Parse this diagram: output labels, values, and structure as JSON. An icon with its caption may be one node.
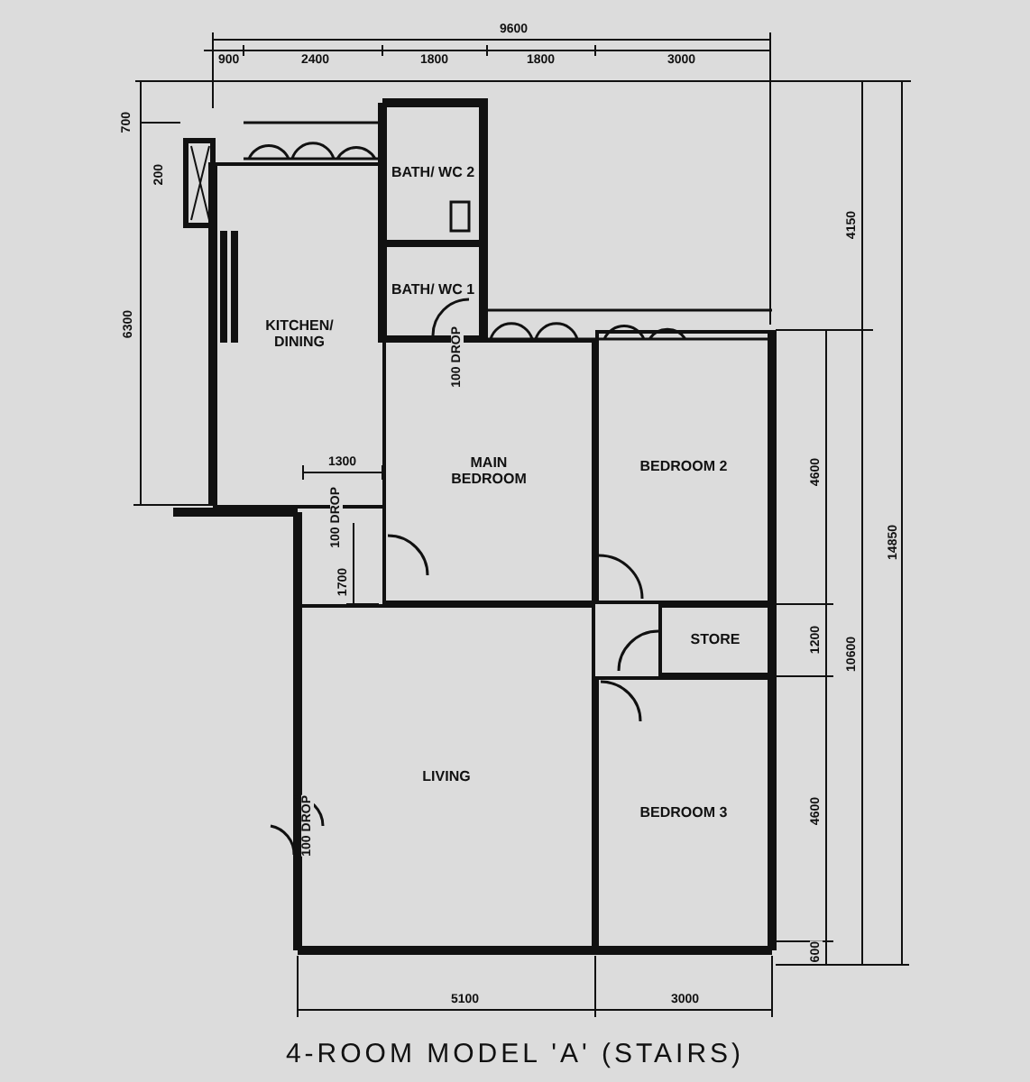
{
  "diagram": {
    "title": "4-ROOM MODEL 'A' (STAIRS)",
    "nodes": [
      {
        "text": [
          "KITCHEN/ DINING"
        ]
      },
      {
        "text": [
          "BATH/ WC 2"
        ]
      },
      {
        "text": [
          "BATH/ WC 1"
        ]
      },
      {
        "text": [
          "MAIN BEDROOM"
        ]
      },
      {
        "text": [
          "BEDROOM 2"
        ]
      },
      {
        "text": [
          "STORE"
        ]
      },
      {
        "text": [
          "LIVING"
        ]
      },
      {
        "text": [
          "BEDROOM 3"
        ]
      }
    ],
    "labels": [
      "9600",
      "900",
      "2400",
      "1800",
      "1800",
      "3000",
      "700",
      "200",
      "4150",
      "6300",
      "100 DROP",
      "4600",
      "14850",
      "1300",
      "100 DROP",
      "1700",
      "1200",
      "10600",
      "100 DROP",
      "4600",
      "600",
      "5100",
      "3000"
    ]
  }
}
